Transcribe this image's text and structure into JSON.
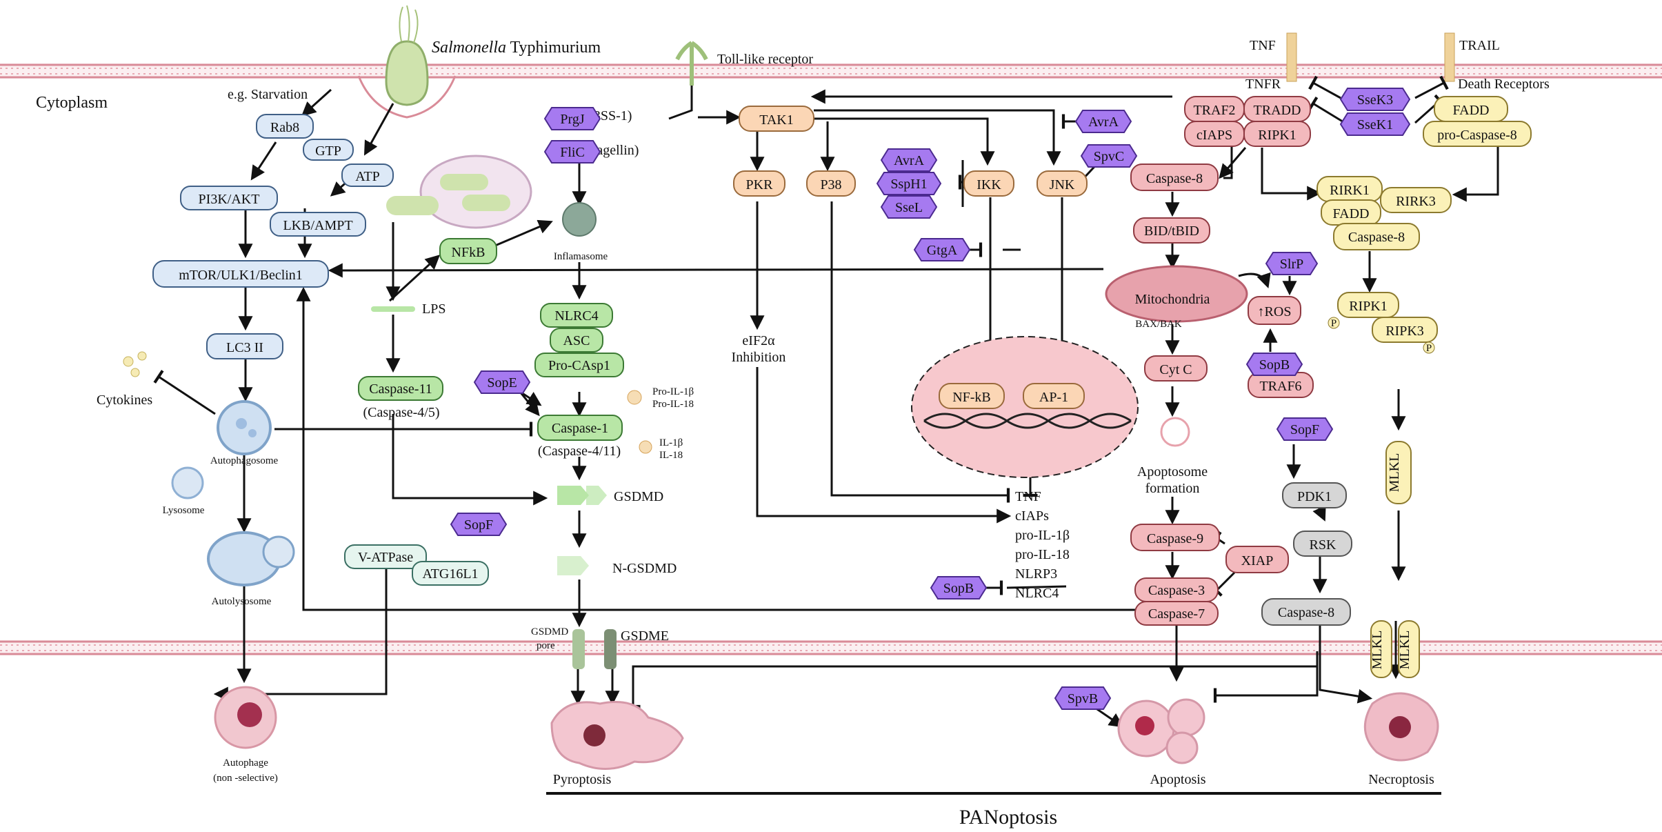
{
  "membrane": {
    "color": "#e8a9b3"
  },
  "top": {
    "bacterium_name_italic": "Salmonella",
    "bacterium_name_rest": " Typhimurium",
    "cytoplasm": "Cytoplasm",
    "starvation": "e.g. Starvation",
    "toll_like_receptor": "Toll-like receptor",
    "tnf": "TNF",
    "trail": "TRAIL",
    "tnfr": "TNFR",
    "death_receptors": "Death Receptors"
  },
  "autophagy": {
    "rab8": "Rab8",
    "gtp": "GTP",
    "atp": "ATP",
    "pi3k": "PI3K/AKT",
    "lkb": "LKB/AMPT",
    "mtor": "mTOR/ULK1/Beclin1",
    "lc3": "LC3 II",
    "cytokines": "Cytokines",
    "autophagosome": "Autophagosome",
    "lysosome": "Lysosome",
    "autolysosome": "Autolysosome",
    "autophage_1": "Autophage",
    "autophage_2": "(non -selective)",
    "v_atpase": "V-ATPase",
    "atg16l1": "ATG16L1"
  },
  "pyroptosis": {
    "nfkb": "NFkB",
    "lps": "LPS",
    "caspase11": "Caspase-11",
    "caspase45": "(Caspase-4/5)",
    "inflamasome": "Inflamasome",
    "nlrc4": "NLRC4",
    "asc": "ASC",
    "procasp1": "Pro-CAsp1",
    "caspase1": "Caspase-1",
    "caspase411": "(Caspase-4/11)",
    "pro_il1b": "Pro-IL-1β",
    "pro_il18": "Pro-IL-18",
    "il1b": "IL-1β",
    "il18": "IL-18",
    "gsdmd": "GSDMD",
    "n_gsdmd": "N-GSDMD",
    "gsdmd_pore_1": "GSDMD",
    "gsdmd_pore_2": "pore",
    "gsdme": "GSDME",
    "t3ss": "(T3SS-1)",
    "flagellin": "(Flagellin)"
  },
  "signaling": {
    "tak1": "TAK1",
    "pkr": "PKR",
    "p38": "P38",
    "ikk": "IKK",
    "jnk": "JNK",
    "eif2a": "eIF2α",
    "inhibition": "Inhibition",
    "nfkb_nuc": "NF-kB",
    "ap1": "AP-1",
    "targets": [
      "TNF",
      "cIAPs",
      "pro-IL-1β",
      "pro-IL-18",
      "NLRP3",
      "NLRC4"
    ]
  },
  "apoptosis": {
    "traf2": "TRAF2",
    "tradd": "TRADD",
    "ciaps": "cIAPS",
    "ripk1": "RIPK1",
    "fadd": "FADD",
    "procasp8": "pro-Caspase-8",
    "caspase8": "Caspase-8",
    "bid": "BID/tBID",
    "mito": "Mitochondria",
    "baxbak": "BAX/BAK",
    "ros": "↑ROS",
    "traf6": "TRAF6",
    "cytc": "Cyt C",
    "apoptosome_1": "Apoptosome",
    "apoptosome_2": "formation",
    "caspase9": "Caspase-9",
    "xiap": "XIAP",
    "caspase3": "Caspase-3",
    "caspase7": "Caspase-7"
  },
  "necroptosis": {
    "rirk1": "RIRK1",
    "fadd": "FADD",
    "rirk3": "RIRK3",
    "caspase8": "Caspase-8",
    "ripk1": "RIPK1",
    "ripk3": "RIPK3",
    "mlkl": "MLKL",
    "pdk1": "PDK1",
    "rsk": "RSK",
    "caspase8_gray": "Caspase-8",
    "p": "P"
  },
  "effectors": {
    "prgj": "PrgJ",
    "flic": "FliC",
    "sope": "SopE",
    "sopf1": "SopF",
    "sopb1": "SopB",
    "avra1": "AvrA",
    "ssph1": "SspH1",
    "ssel": "SseL",
    "gtga": "GtgA",
    "avra2": "AvrA",
    "spvc": "SpvC",
    "ssek3": "SseK3",
    "ssek1": "SseK1",
    "slrp": "SlrP",
    "sopb2": "SopB",
    "sopf2": "SopF",
    "spvb": "SpvB"
  },
  "outcomes": {
    "pyroptosis": "Pyroptosis",
    "apoptosis": "Apoptosis",
    "necroptosis": "Necroptosis",
    "panoptosis": "PANoptosis"
  },
  "colors": {
    "autophagy_fill": "#dde9f7",
    "autophagy_stroke": "#3f5f86",
    "pyro_fill": "#b8e6a6",
    "pyro_stroke": "#3c7a34",
    "signal_fill": "#fbd6b5",
    "signal_stroke": "#9a6a3c",
    "apop_fill": "#f3b9bd",
    "apop_stroke": "#8f3a42",
    "necro_fill": "#fbf1b8",
    "necro_stroke": "#8c7a2e",
    "effector_fill": "#a67af0",
    "effector_stroke": "#4b2a8f",
    "gray_fill": "#d6d6d6",
    "teal_fill": "#e6f5ef"
  }
}
